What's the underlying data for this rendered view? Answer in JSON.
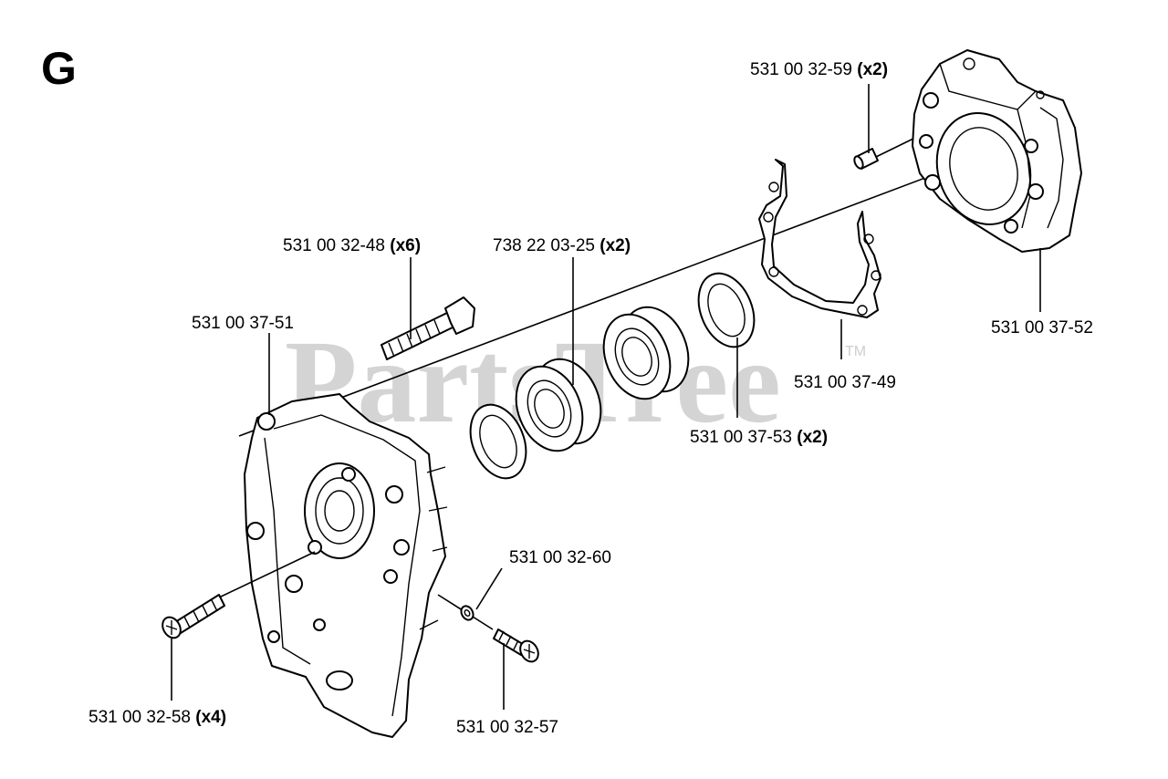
{
  "section_letter": "G",
  "watermark": {
    "text": "PartsTree",
    "tm": "TM"
  },
  "parts": [
    {
      "id": "p1",
      "number": "531 00 32-59",
      "qty": "(x2)"
    },
    {
      "id": "p2",
      "number": "531 00 32-48",
      "qty": "(x6)"
    },
    {
      "id": "p3",
      "number": "738 22 03-25",
      "qty": "(x2)"
    },
    {
      "id": "p4",
      "number": "531 00 37-51",
      "qty": ""
    },
    {
      "id": "p5",
      "number": "531 00 37-52",
      "qty": ""
    },
    {
      "id": "p6",
      "number": "531 00 37-49",
      "qty": ""
    },
    {
      "id": "p7",
      "number": "531 00 37-53",
      "qty": "(x2)"
    },
    {
      "id": "p8",
      "number": "531 00 32-60",
      "qty": ""
    },
    {
      "id": "p9",
      "number": "531 00 32-58",
      "qty": "(x4)"
    },
    {
      "id": "p10",
      "number": "531 00 32-57",
      "qty": ""
    }
  ]
}
